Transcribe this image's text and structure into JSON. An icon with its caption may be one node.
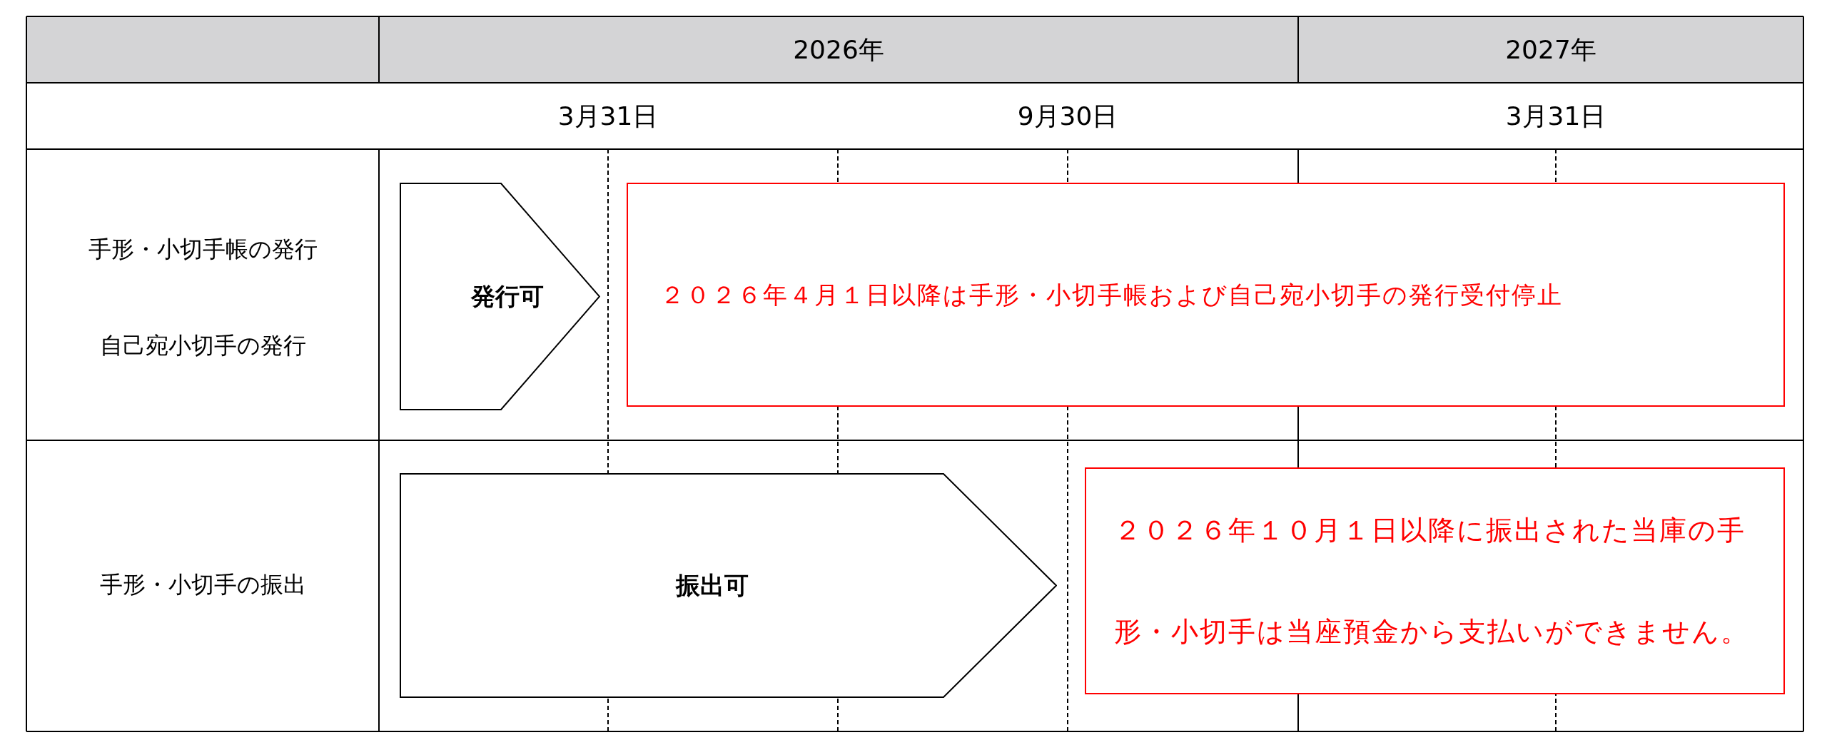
{
  "diagram": {
    "nodes": [
      {
        "text": [
          "発行可"
        ]
      },
      {
        "text": [
          "２０２６年４月１日以降は手形・小切手帳および自己宛小切手の発行受付停止"
        ]
      },
      {
        "text": [
          "振出可"
        ]
      },
      {
        "text": [
          "２０２６年１０月１日以降に振出された当庫の手形・小切手は当座預金から支払いができません。"
        ]
      }
    ],
    "labels": [
      "2026年",
      "2027年",
      "3月31日",
      "9月30日",
      "3月31日",
      "手形・小切手帳の発行",
      "自己宛小切手の発行",
      "手形・小切手の振出"
    ]
  }
}
